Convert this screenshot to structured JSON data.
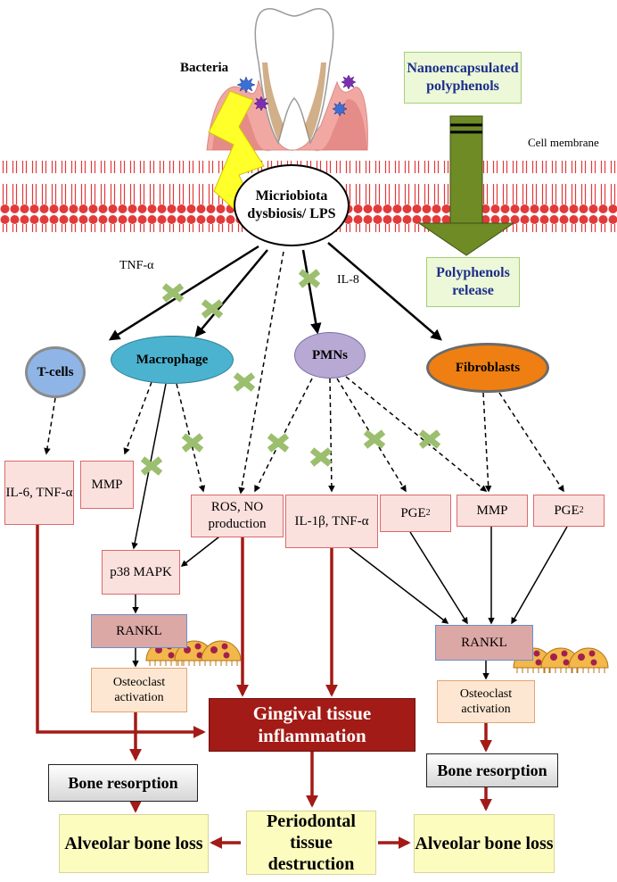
{
  "labels": {
    "bacteria": "Bacteria",
    "cell_membrane": "Cell membrane",
    "tnf_alpha": "TNF-α",
    "il8": "IL-8"
  },
  "nodes": {
    "nano": "Nanoencapsulated polyphenols",
    "release": "Polyphenols release",
    "dysbiosis": "Micriobiota dysbiosis/ LPS",
    "tcells": "T-cells",
    "macrophage": "Macrophage",
    "pmns": "PMNs",
    "fibroblasts": "Fibroblasts",
    "il6": "IL-6, TNF-α",
    "mmp_left": "MMP",
    "ros": "ROS, NO production",
    "il1": "IL-1β, TNF-α",
    "pge_a": "PGE",
    "pge_a_sub": "2",
    "mmp_right": "MMP",
    "pge_b": "PGE",
    "pge_b_sub": "2",
    "p38": "p38 MAPK",
    "rankl_left": "RANKL",
    "osteo_left": "Osteoclast activation",
    "rankl_right": "RANKL",
    "osteo_right": "Osteoclast activation",
    "gingival": "Gingival tissue inflammation",
    "bone_left": "Bone resorption",
    "bone_right": "Bone resorption",
    "alveolar_left": "Alveolar bone loss",
    "periodontal": "Periodontal tissue destruction",
    "alveolar_right": "Alveolar bone loss"
  },
  "colors": {
    "membrane": "#e23a3a",
    "dark_red_arrow": "#a21b16",
    "block_x": "#9bbf6e",
    "big_arrow": "#6e8b26",
    "macrophage": "#4bb3cf",
    "fibroblasts": "#ef7f12",
    "pmns": "#b7a9d3",
    "tcells": "#8fb5e6"
  }
}
